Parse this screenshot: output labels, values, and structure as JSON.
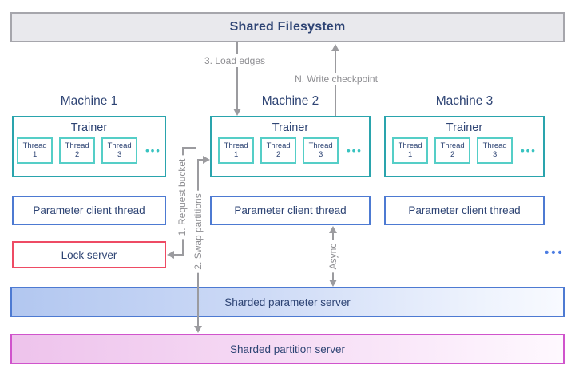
{
  "shared_filesystem": {
    "label": "Shared Filesystem"
  },
  "arrows": {
    "load_edges": "3. Load edges",
    "write_checkpoint": "N. Write checkpoint",
    "request_bucket": "1. Request bucket",
    "swap_partitions": "2. Swap partitions",
    "async_label": "Async"
  },
  "machines": [
    {
      "name": "Machine 1",
      "trainer_label": "Trainer",
      "threads": [
        {
          "word": "Thread",
          "num": "1"
        },
        {
          "word": "Thread",
          "num": "2"
        },
        {
          "word": "Thread",
          "num": "3"
        }
      ],
      "threads_ellipsis": "•••",
      "param_client_label": "Parameter client thread"
    },
    {
      "name": "Machine 2",
      "trainer_label": "Trainer",
      "threads": [
        {
          "word": "Thread",
          "num": "1"
        },
        {
          "word": "Thread",
          "num": "2"
        },
        {
          "word": "Thread",
          "num": "3"
        }
      ],
      "threads_ellipsis": "•••",
      "param_client_label": "Parameter client thread"
    },
    {
      "name": "Machine 3",
      "trainer_label": "Trainer",
      "threads": [
        {
          "word": "Thread",
          "num": "1"
        },
        {
          "word": "Thread",
          "num": "2"
        },
        {
          "word": "Thread",
          "num": "3"
        }
      ],
      "threads_ellipsis": "•••",
      "param_client_label": "Parameter client thread"
    }
  ],
  "lock_server": {
    "label": "Lock server"
  },
  "sharded_parameter_server": {
    "label": "Sharded parameter server"
  },
  "sharded_partition_server": {
    "label": "Sharded partition server"
  },
  "more_machines_ellipsis": "•••",
  "colors": {
    "navy_text": "#2e4474",
    "gray_arrow": "#9b9b9f",
    "gray_label": "#8d8d91",
    "gray_box_fill": "#e9e9ed",
    "gray_box_border": "#a6a6ac",
    "trainer_teal_border": "#2aa4ad",
    "thread_teal_border": "#55cec7",
    "teal_dots": "#38c3c0",
    "blue_border": "#4d7ad2",
    "blue_dots": "#4b7ce2",
    "lock_red_border": "#ee4b64",
    "magenta_border": "#d054cc",
    "blue_bar_start": "#b2c7f0",
    "pink_bar_start": "#eec3ec"
  }
}
